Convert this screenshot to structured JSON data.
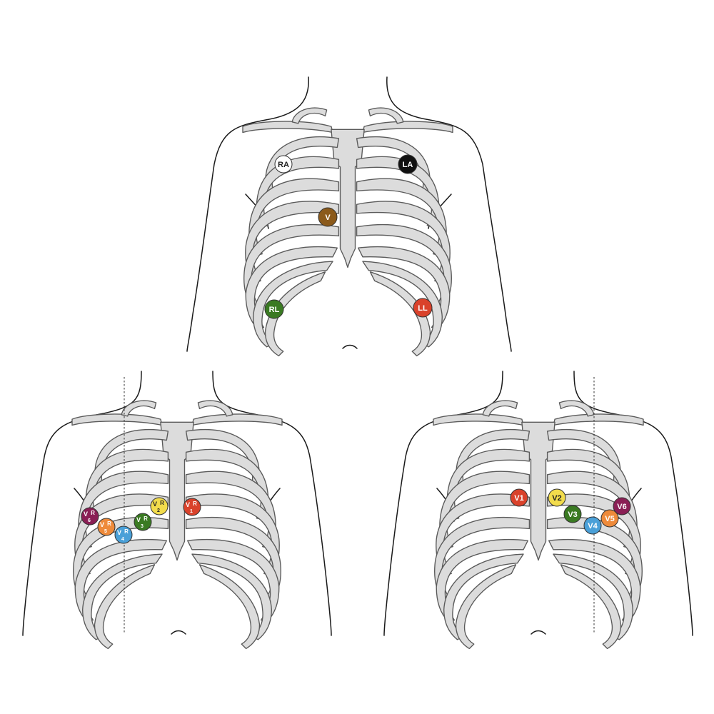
{
  "colors": {
    "white": "#ffffff",
    "black": "#111111",
    "brown": "#8b5a1b",
    "green": "#3a7a22",
    "red": "#d9422b",
    "yellow": "#f2dc4c",
    "blue": "#4aa0d8",
    "orange": "#ee8a3a",
    "purple": "#8a1f55",
    "bone_fill": "#dcdcdc",
    "outline": "#1a1a1a"
  },
  "panels": {
    "limb": {
      "electrodes": [
        {
          "id": "RA",
          "label": "RA",
          "color": "white"
        },
        {
          "id": "LA",
          "label": "LA",
          "color": "black"
        },
        {
          "id": "V",
          "label": "V",
          "color": "brown"
        },
        {
          "id": "RL",
          "label": "RL",
          "color": "green"
        },
        {
          "id": "LL",
          "label": "LL",
          "color": "red"
        }
      ]
    },
    "right_sided": {
      "electrodes": [
        {
          "id": "V1R",
          "label": "V",
          "sup": "R",
          "sub": "1",
          "color": "red"
        },
        {
          "id": "V2R",
          "label": "V",
          "sup": "R",
          "sub": "2",
          "color": "yellow"
        },
        {
          "id": "V3R",
          "label": "V",
          "sup": "R",
          "sub": "3",
          "color": "green"
        },
        {
          "id": "V4R",
          "label": "V",
          "sup": "R",
          "sub": "4",
          "color": "blue"
        },
        {
          "id": "V5R",
          "label": "V",
          "sup": "R",
          "sub": "5",
          "color": "orange"
        },
        {
          "id": "V6R",
          "label": "V",
          "sup": "R",
          "sub": "6",
          "color": "purple"
        }
      ]
    },
    "left_sided": {
      "electrodes": [
        {
          "id": "V1",
          "label": "V1",
          "color": "red"
        },
        {
          "id": "V2",
          "label": "V2",
          "color": "yellow"
        },
        {
          "id": "V3",
          "label": "V3",
          "color": "green"
        },
        {
          "id": "V4",
          "label": "V4",
          "color": "blue"
        },
        {
          "id": "V5",
          "label": "V5",
          "color": "orange"
        },
        {
          "id": "V6",
          "label": "V6",
          "color": "purple"
        }
      ]
    }
  }
}
